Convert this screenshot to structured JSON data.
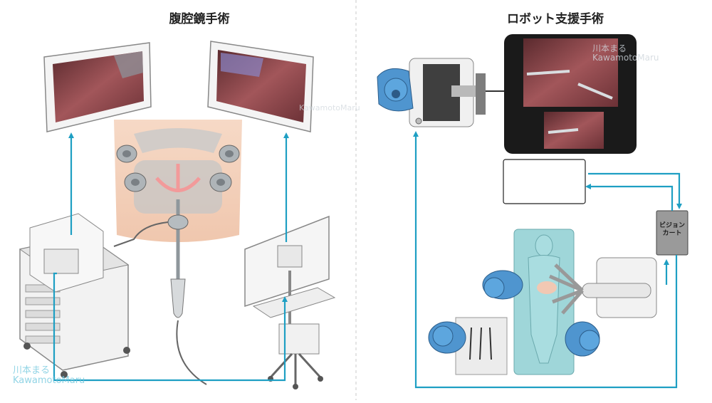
{
  "titles": {
    "laparoscopic": "腹腔鏡手術",
    "robotic": "ロボット支援手術"
  },
  "vision_cart": {
    "line1": "ビジョン",
    "line2": "カート"
  },
  "watermark": {
    "line1": "川本まる",
    "line2": "KawamotoMaru"
  },
  "colors": {
    "arrow": "#1e9fc3",
    "divider": "#c8c8c8",
    "gown": "#4f95cf",
    "bed": "#9fd6d9",
    "tissue": "#8a3a3a",
    "console": "#3a3a3a"
  }
}
